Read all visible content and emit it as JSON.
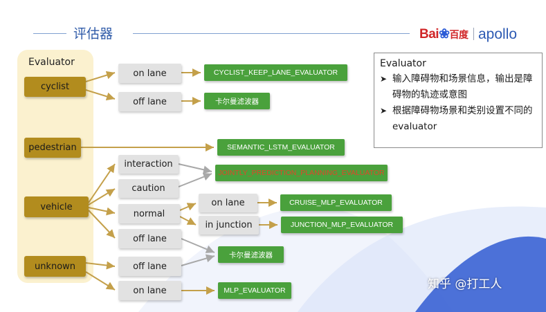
{
  "header": {
    "title": "评估器",
    "logo_baidu": "Bai",
    "logo_baidu_cn": "百度",
    "logo_apollo": "apollo"
  },
  "panel": {
    "title": "Evaluator",
    "categories": [
      "cyclist",
      "pedestrian",
      "vehicle",
      "unknown"
    ]
  },
  "conditions": {
    "cyclist_on_lane": "on lane",
    "cyclist_off_lane": "off lane",
    "vehicle_interaction": "interaction",
    "vehicle_caution": "caution",
    "vehicle_normal": "normal",
    "normal_on_lane": "on lane",
    "normal_in_junction": "in junction",
    "vehicle_off_lane": "off lane",
    "unknown_off_lane": "off lane",
    "unknown_on_lane": "on lane"
  },
  "evaluators": {
    "cyclist_keep_lane": "CYCLIST_KEEP_LANE_EVALUATOR",
    "kalman_filter_1": "卡尔曼滤波器",
    "semantic_lstm": "SEMANTIC_LSTM_EVALUATOR",
    "jointly_prediction": "JOINTLY_PREDICTION_PLANNING_EVALUATOR",
    "cruise_mlp": "CRUISE_MLP_EVALUATOR",
    "junction_mlp": "JUNCTION_MLP_EVALUATOR",
    "kalman_filter_2": "卡尔曼滤波器",
    "mlp": "MLP_EVALUATOR"
  },
  "info": {
    "title": "Evaluator",
    "bullets": [
      "输入障碍物和场景信息，输出是障碍物的轨迹或意图",
      "根据障碍物场景和类别设置不同的evaluator"
    ]
  },
  "watermark": "知乎 @打工人",
  "colors": {
    "category_fill": "#b28c1e",
    "panel_fill": "#fbf1cf",
    "condition_fill": "#e2e2e2",
    "evaluator_fill": "#4aa13c",
    "highlight_text": "#e0452a",
    "connector": "#c4a04a",
    "title_blue": "#2e5aa8"
  }
}
